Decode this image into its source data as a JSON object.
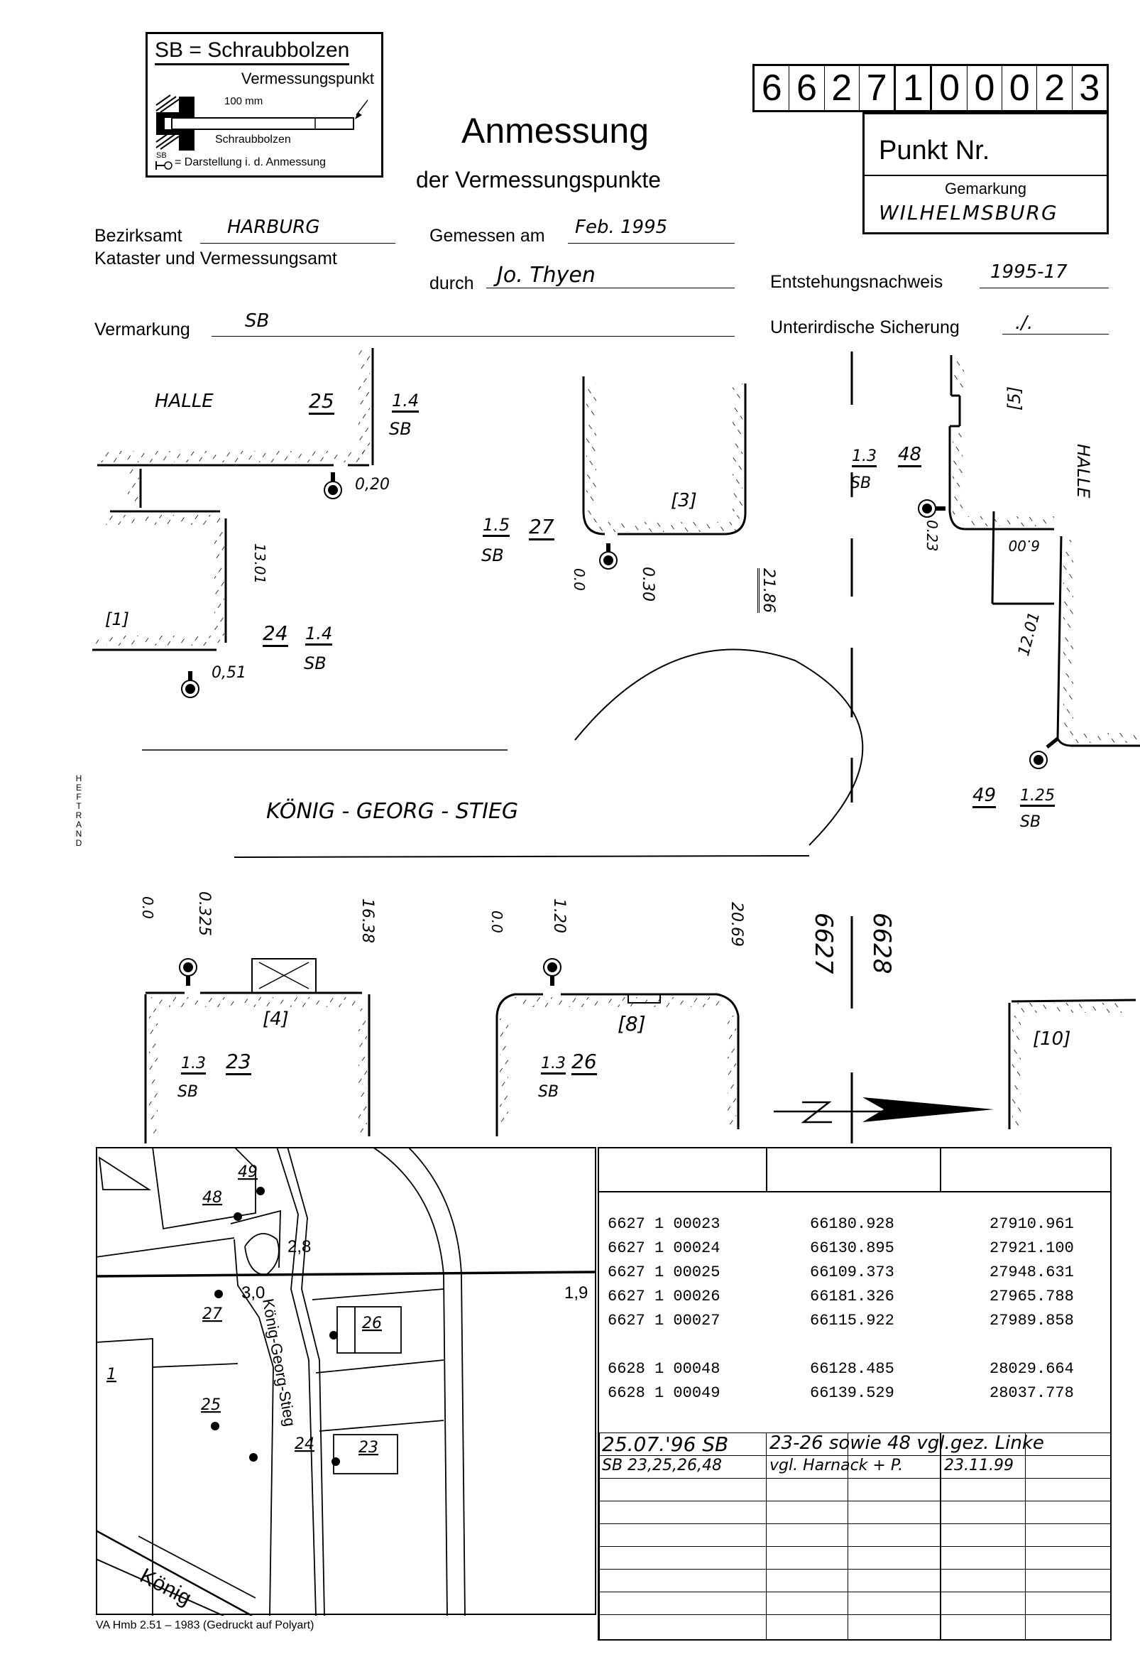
{
  "legend": {
    "title": "SB = Schraubbolzen",
    "vermessungspunkt": "Vermessungspunkt",
    "length": "100 mm",
    "schraubbolzen": "Schraubbolzen",
    "symbol_label": "SB",
    "darstellung": "= Darstellung i. d. Anmessung"
  },
  "header": {
    "title": "Anmessung",
    "subtitle": "der Vermessungspunkte",
    "point_number_digits": [
      "6",
      "6",
      "2",
      "7",
      "1",
      "0",
      "0",
      "0",
      "2",
      "3"
    ],
    "punkt_nr_label": "Punkt Nr.",
    "gemarkung_label": "Gemarkung",
    "gemarkung_value": "WILHELMSBURG"
  },
  "form": {
    "bezirksamt_label": "Bezirksamt",
    "bezirksamt_value": "HARBURG",
    "kataster_label": "Kataster und Vermessungsamt",
    "gemessen_label": "Gemessen am",
    "gemessen_value": "Feb. 1995",
    "durch_label": "durch",
    "durch_value": "Jo. Thyen",
    "entstehung_label": "Entstehungsnachweis",
    "entstehung_value": "1995-17",
    "vermarkung_label": "Vermarkung",
    "vermarkung_value": "SB",
    "sicherung_label": "Unterirdische Sicherung",
    "sicherung_value": "./."
  },
  "sketch": {
    "halle_left": "HALLE",
    "halle_right": "HALLE",
    "street_name": "KÖNIG - GEORG - STIEG",
    "flurstueck_6627": "6627",
    "flurstueck_6628": "6628",
    "north_arrow": "N",
    "heftrand": "HEFTRAND",
    "points": [
      {
        "nr": "25",
        "height": "1.4",
        "type": "SB",
        "offset": "0,20"
      },
      {
        "nr": "24",
        "height": "1.4",
        "type": "SB",
        "offset": "0,51"
      },
      {
        "nr": "27",
        "height": "1.5",
        "type": "SB",
        "offset": "0.30"
      },
      {
        "nr": "48",
        "height": "1.3",
        "type": "SB",
        "offset": "0.23"
      },
      {
        "nr": "49",
        "height": "1.25",
        "type": "SB"
      },
      {
        "nr": "23",
        "height": "1.3",
        "type": "SB",
        "offset": "0.325"
      },
      {
        "nr": "26",
        "height": "1.3",
        "type": "SB",
        "offset": "1.20"
      }
    ],
    "buildings": [
      "[1]",
      "[3]",
      "[5]",
      "[4]",
      "[8]",
      "[10]"
    ],
    "measures": {
      "m_13_01": "13.01",
      "m_0_0_a": "0.0",
      "m_21_86": "21.86",
      "m_6_00": "6.00",
      "m_12_01": "12.01",
      "m_0_0_b": "0.0",
      "m_16_38": "16.38",
      "m_0_0_c": "0.0",
      "m_20_69": "20.69"
    }
  },
  "map": {
    "labels": [
      "49",
      "48",
      "27",
      "26",
      "25",
      "24",
      "23",
      "1"
    ],
    "street_vertical": "König-Georg-Stieg",
    "street_diagonal": "König",
    "dim_2_8": "2,8",
    "dim_3_0": "3,0",
    "dim_1_9": "1,9"
  },
  "coordinates": {
    "rows": [
      {
        "id": "6627 1 00023",
        "x": "66180.928",
        "y": "27910.961"
      },
      {
        "id": "6627 1 00024",
        "x": "66130.895",
        "y": "27921.100"
      },
      {
        "id": "6627 1 00025",
        "x": "66109.373",
        "y": "27948.631"
      },
      {
        "id": "6627 1 00026",
        "x": "66181.326",
        "y": "27965.788"
      },
      {
        "id": "6627 1 00027",
        "x": "66115.922",
        "y": "27989.858"
      },
      {
        "id": "6628 1 00048",
        "x": "66128.485",
        "y": "28029.664"
      },
      {
        "id": "6628 1 00049",
        "x": "66139.529",
        "y": "28037.778"
      }
    ],
    "notes": [
      {
        "c1": "25.07.'96 SB",
        "c2": "23-26 sowie 48 vgl.",
        "c3": "gez. Linke"
      },
      {
        "c1": "SB 23,25,26,48",
        "c2": "vgl. Harnack + P.",
        "c3": "23.11.99"
      }
    ]
  },
  "footer": {
    "form_ref": "VA Hmb 2.51 – 1983 (Gedruckt auf Polyart)"
  }
}
